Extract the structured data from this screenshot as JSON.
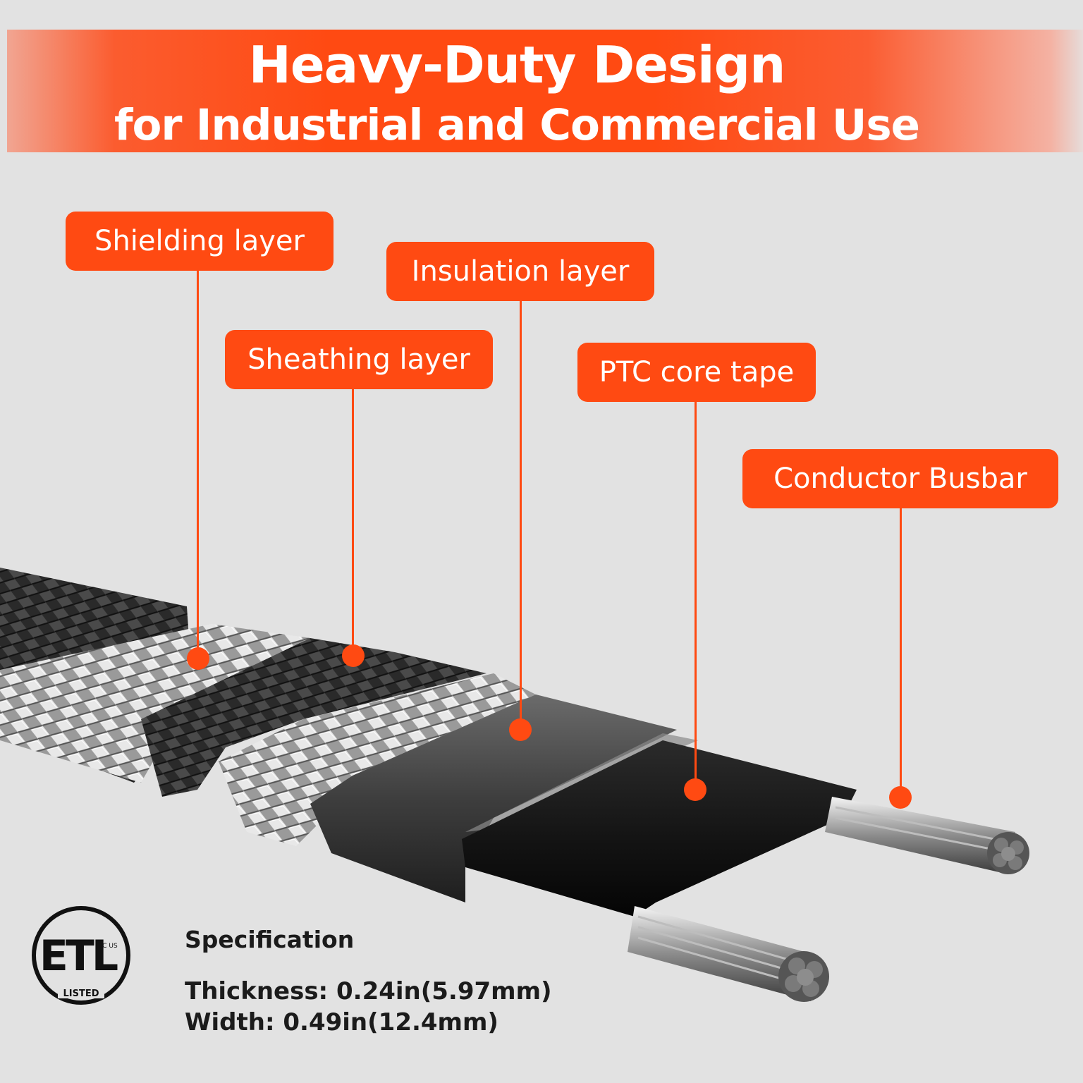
{
  "header": {
    "title": "Heavy-Duty Design",
    "subtitle": "for Industrial and Commercial Use"
  },
  "layers": [
    {
      "id": "shielding",
      "label": "Shielding layer"
    },
    {
      "id": "insulation",
      "label": "Insulation layer"
    },
    {
      "id": "sheathing",
      "label": "Sheathing layer"
    },
    {
      "id": "ptc",
      "label": "PTC core tape"
    },
    {
      "id": "busbar",
      "label": "Conductor Busbar"
    }
  ],
  "specification": {
    "heading": "Specification",
    "thickness": "Thickness: 0.24in(5.97mm)",
    "width": "Width: 0.49in(12.4mm)"
  },
  "certification": {
    "mark": "ETL",
    "sub": "LISTED",
    "small": "C US"
  },
  "colors": {
    "accent": "#ff4a12",
    "background": "#e2e2e2",
    "text": "#1b1b1b"
  }
}
